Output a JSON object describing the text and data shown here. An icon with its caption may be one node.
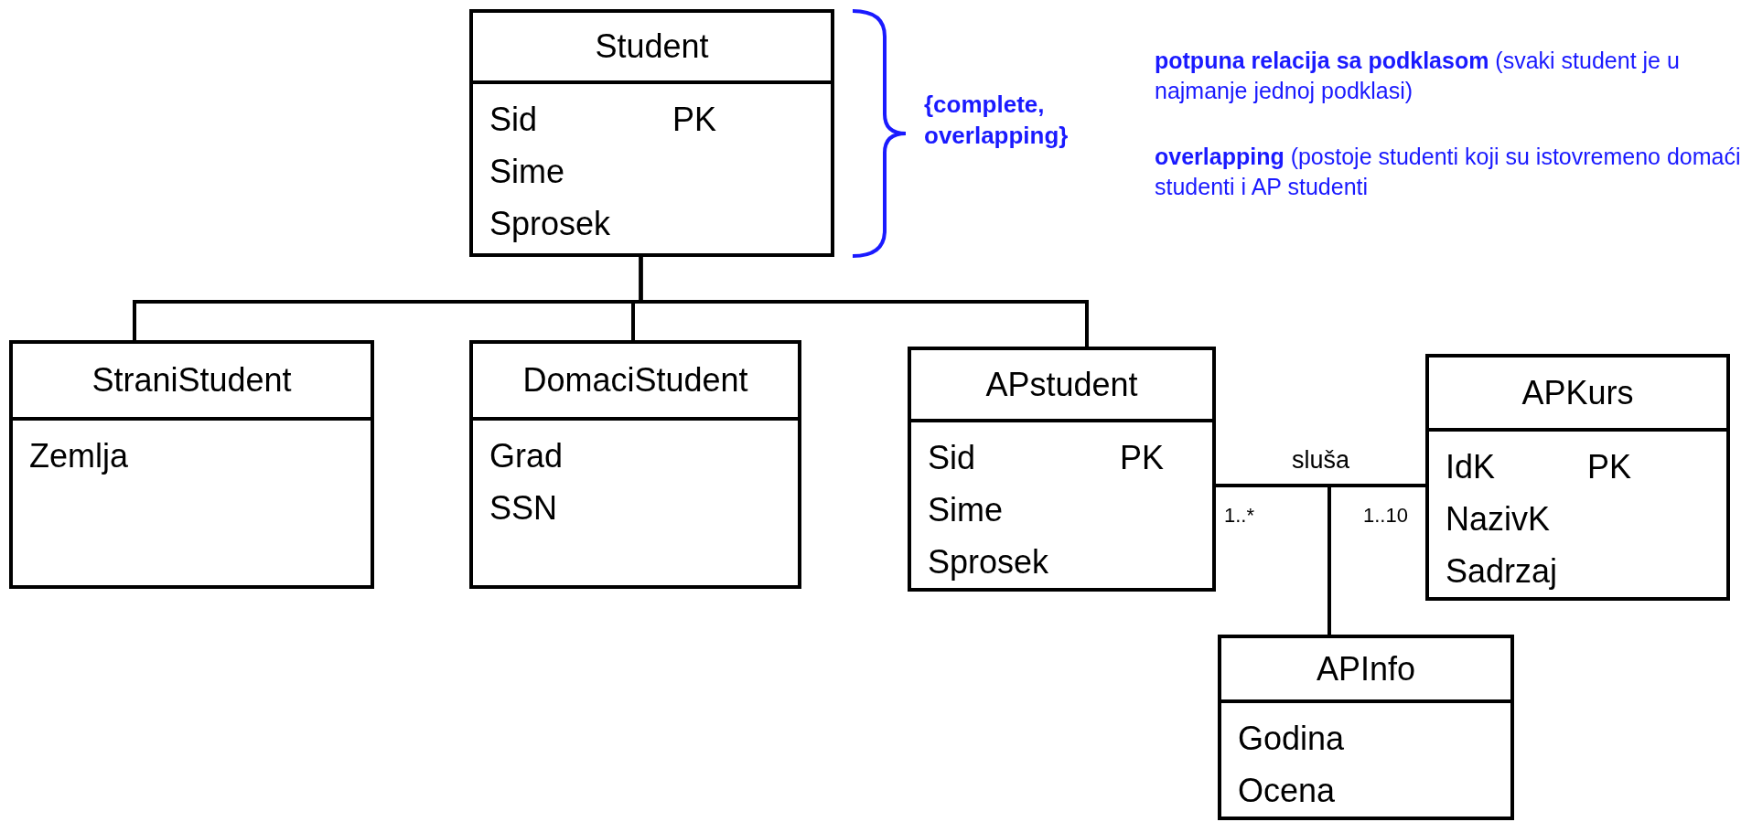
{
  "diagram": {
    "nodes": [
      {
        "text": [
          "Student",
          "Sid",
          "PK",
          "Sime",
          "Sprosek"
        ]
      },
      {
        "text": [
          "StraniStudent",
          "Zemlja"
        ]
      },
      {
        "text": [
          "DomaciStudent",
          "Grad",
          "SSN"
        ]
      },
      {
        "text": [
          "APstudent",
          "Sid",
          "PK",
          "Sime",
          "Sprosek"
        ]
      },
      {
        "text": [
          "APKurs",
          "IdK",
          "PK",
          "NazivK",
          "Sadrzaj"
        ]
      },
      {
        "text": [
          "APInfo",
          "Godina",
          "Ocena"
        ]
      }
    ],
    "edges": [
      {
        "from": 0,
        "to": 1,
        "arrow": "none"
      },
      {
        "from": 0,
        "to": 2,
        "arrow": "none"
      },
      {
        "from": 0,
        "to": 3,
        "arrow": "none"
      },
      {
        "from": 3,
        "to": 4,
        "arrow": "none",
        "label": "sluša"
      },
      {
        "from": 5,
        "to": null,
        "arrow": "none"
      }
    ],
    "labels": [
      "{complete, overlapping}",
      "**potpuna relacija sa podklasom** (svaki student je u najmanje jednoj podklasi)",
      "**overlapping** (postoje studenti koji su istovremeno domaći studenti i AP studenti",
      "1..*",
      "1..10"
    ]
  }
}
